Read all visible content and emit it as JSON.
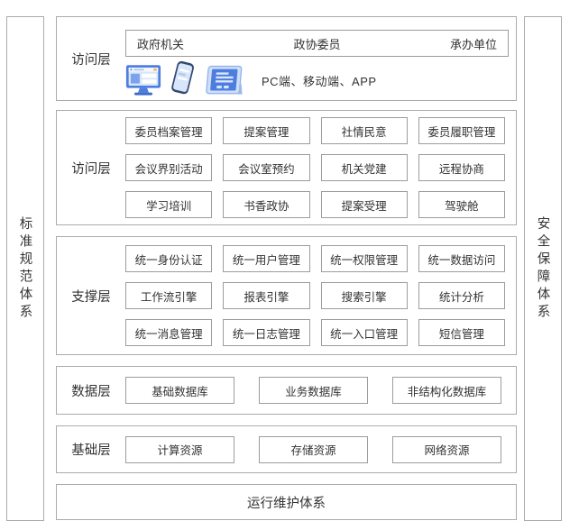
{
  "diagram": {
    "sidebars": {
      "left": {
        "label": "标准规范体系"
      },
      "right": {
        "label": "安全保障体系"
      }
    },
    "layers": [
      {
        "label": "访问层",
        "user_groups": [
          "政府机关",
          "政协委员",
          "承办单位"
        ],
        "devices_caption": "PC端、移动端、APP",
        "device_icons": [
          "pc-monitor-icon",
          "smartphone-icon",
          "tablet-icon"
        ]
      },
      {
        "label": "访问层",
        "items": [
          "委员档案管理",
          "提案管理",
          "社情民意",
          "委员履职管理",
          "会议界别活动",
          "会议室预约",
          "机关党建",
          "远程协商",
          "学习培训",
          "书香政协",
          "提案受理",
          "驾驶舱"
        ]
      },
      {
        "label": "支撑层",
        "items": [
          "统一身份认证",
          "统一用户管理",
          "统一权限管理",
          "统一数据访问",
          "工作流引擎",
          "报表引擎",
          "搜索引擎",
          "统计分析",
          "统一消息管理",
          "统一日志管理",
          "统一入口管理",
          "短信管理"
        ]
      },
      {
        "label": "数据层",
        "items": [
          "基础数据库",
          "业务数据库",
          "非结构化数据库"
        ]
      },
      {
        "label": "基础层",
        "items": [
          "计算资源",
          "存储资源",
          "网络资源"
        ]
      }
    ],
    "footer": {
      "label": "运行维护体系"
    },
    "colors": {
      "outer_border": "#ababab",
      "box_border": "#9c9c9c",
      "text": "#333333",
      "icon_blue": "#4e7de0",
      "icon_light_blue": "#d8e6fb",
      "icon_navy": "#35496f",
      "icon_frame_blue": "#9db9ea"
    }
  }
}
